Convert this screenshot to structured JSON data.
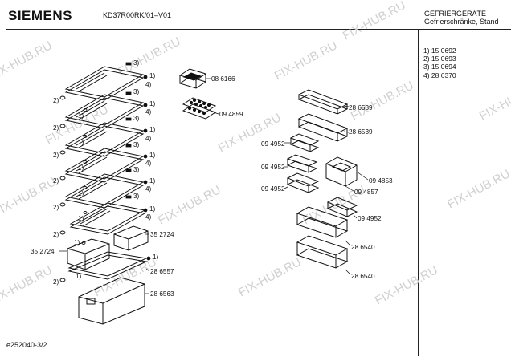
{
  "header": {
    "brand": "SIEMENS",
    "model": "KD37R00RK/01–V01",
    "category_line1": "GEFRIERGERÄTE",
    "category_line2": "Gefrierschränke, Stand"
  },
  "legend": [
    "1) 15 0692",
    "2) 15 0693",
    "3) 15 0694",
    "4) 28 6370"
  ],
  "footer": "e252040-3/2",
  "watermark": "FIX-HUB.RU",
  "labels": {
    "l_086166": "08 6166",
    "l_094859": "09 4859",
    "l_286539a": "28 6539",
    "l_286539b": "28 6539",
    "l_094952a": "09 4952",
    "l_094952b": "09 4952",
    "l_094952c": "09 4952",
    "l_094853": "09 4853",
    "l_094857": "09 4857",
    "l_094952d": "09 4952",
    "l_286540a": "28 6540",
    "l_286540b": "28 6540",
    "l_352724a": "35 2724",
    "l_352724b": "35 2724",
    "l_286557": "28 6557",
    "l_286563": "28 6563",
    "c1": "1)",
    "c2": "2)",
    "c3": "3)",
    "c4": "4)"
  }
}
